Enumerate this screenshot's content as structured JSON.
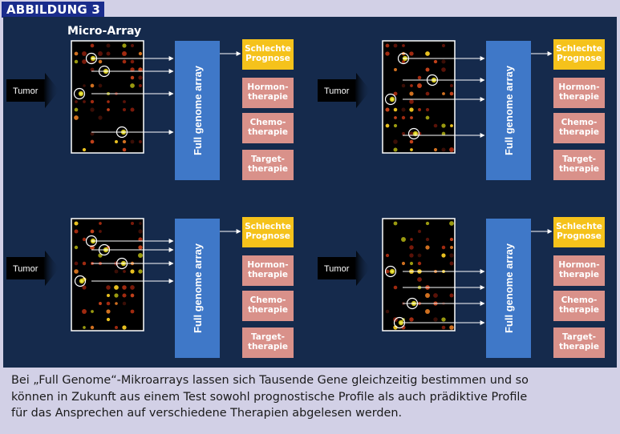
{
  "badge": "ABBILDUNG 3",
  "microarray_title": "Micro-Array",
  "panels": [
    {
      "tumor": "Tumor",
      "array": "Full genome array",
      "boxes": [
        "Schlechte|Prognose",
        "Hormon-|therapie",
        "Chemo-|therapie",
        "Target-|therapie"
      ],
      "highlight": [
        0
      ]
    },
    {
      "tumor": "Tumor",
      "array": "Full genome array",
      "boxes": [
        "Schlechte|Prognose",
        "Hormon-|therapie",
        "Chemo-|therapie",
        "Target-|therapie"
      ],
      "highlight": [
        0
      ]
    },
    {
      "tumor": "Tumor",
      "array": "Full genome array",
      "boxes": [
        "Schlechte|Prognose",
        "Hormon-|therapie",
        "Chemo-|therapie",
        "Target-|therapie"
      ],
      "highlight": [
        0
      ]
    },
    {
      "tumor": "Tumor",
      "array": "Full genome array",
      "boxes": [
        "Schlechte|Prognose",
        "Hormon-|therapie",
        "Chemo-|therapie",
        "Target-|therapie"
      ],
      "highlight": [
        0
      ]
    }
  ],
  "colors": {
    "background": "#152a4c",
    "array_box": "#3f78c8",
    "prognosis_box": "#f5c21b",
    "therapy_box": "#d9918a",
    "badge": "#1a2c8c"
  },
  "caption": [
    "Bei „Full Genome“-Mikroarrays lassen sich Tausende Gene gleichzeitig bestimmen und so",
    "können in Zukunft aus einem Test sowohl prognostische Profile als auch prädiktive Profile",
    "für das Ansprechen auf verschiedene Therapien abgelesen werden."
  ]
}
